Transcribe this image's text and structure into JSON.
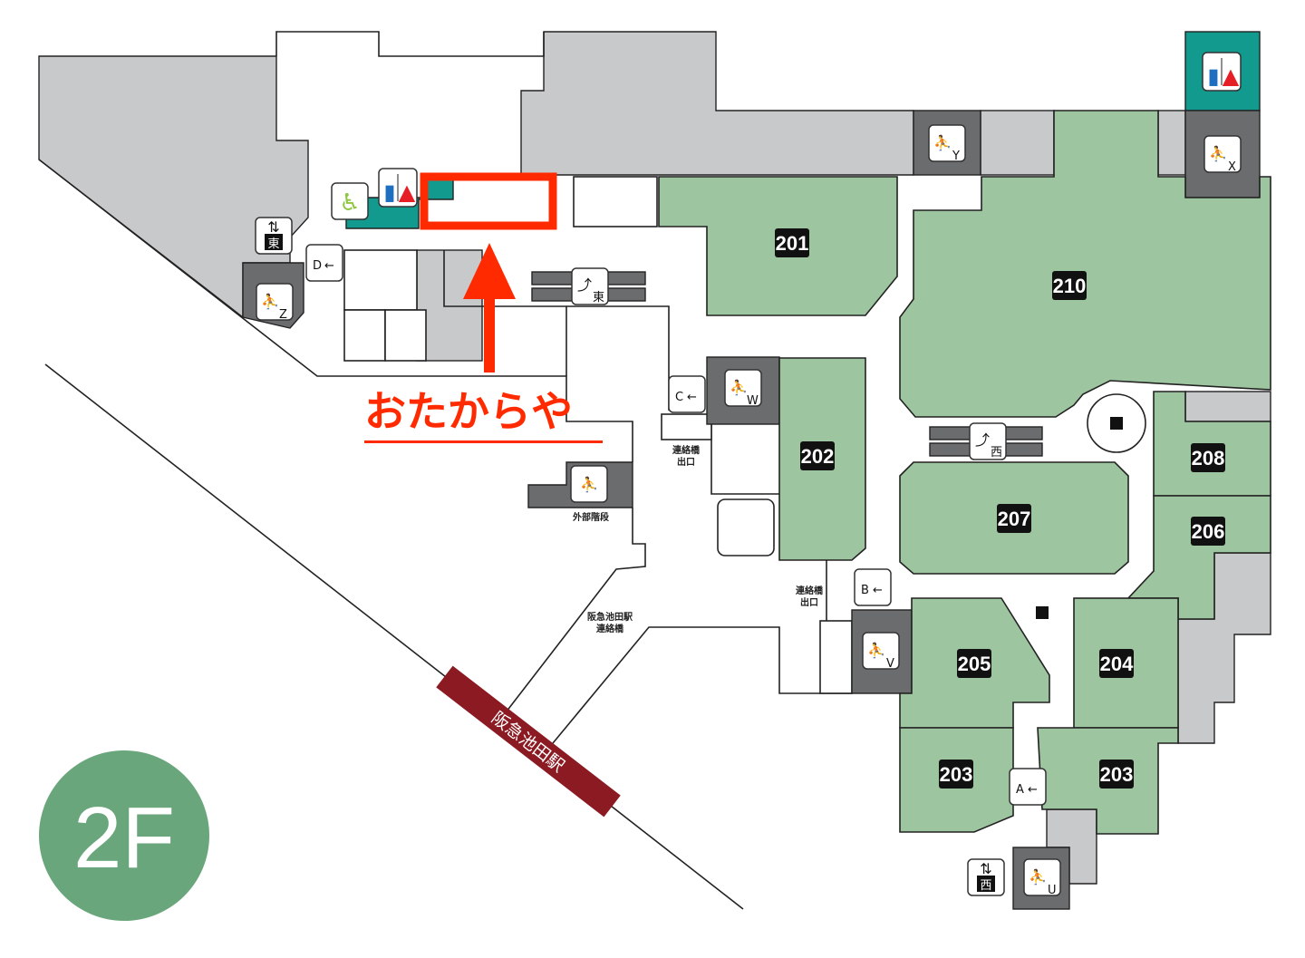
{
  "floor": {
    "label": "2F",
    "badge_color": "#6aa67c"
  },
  "highlight": {
    "shop_name": "おたからや",
    "color": "#ff2a00"
  },
  "rooms": {
    "r201": "201",
    "r202": "202",
    "r203a": "203",
    "r203b": "203",
    "r204": "204",
    "r205": "205",
    "r206": "206",
    "r207": "207",
    "r208": "208",
    "r210": "210"
  },
  "labels": {
    "bridge_exit_1_line1": "連絡橋",
    "bridge_exit_1_line2": "出口",
    "bridge_exit_2_line1": "連絡橋",
    "bridge_exit_2_line2": "出口",
    "external_stairs": "外部階段",
    "hankyu_bridge_line1": "阪急池田駅",
    "hankyu_bridge_line2": "連絡橋",
    "station": "阪急池田駅"
  },
  "exits": {
    "a": "A",
    "b": "B",
    "c": "C",
    "d": "D"
  },
  "stairs": {
    "u": "U",
    "v": "V",
    "w": "W",
    "x": "X",
    "y": "Y",
    "z": "Z"
  },
  "escalators": {
    "east": "東",
    "west": "西"
  },
  "elevators": {
    "east": "東",
    "west": "西"
  },
  "colors": {
    "shop": "#9dc59f",
    "common": "#c8c9cb",
    "stairs": "#6b6c6e",
    "restroom": "#139a8f",
    "station": "#8b1a22"
  }
}
